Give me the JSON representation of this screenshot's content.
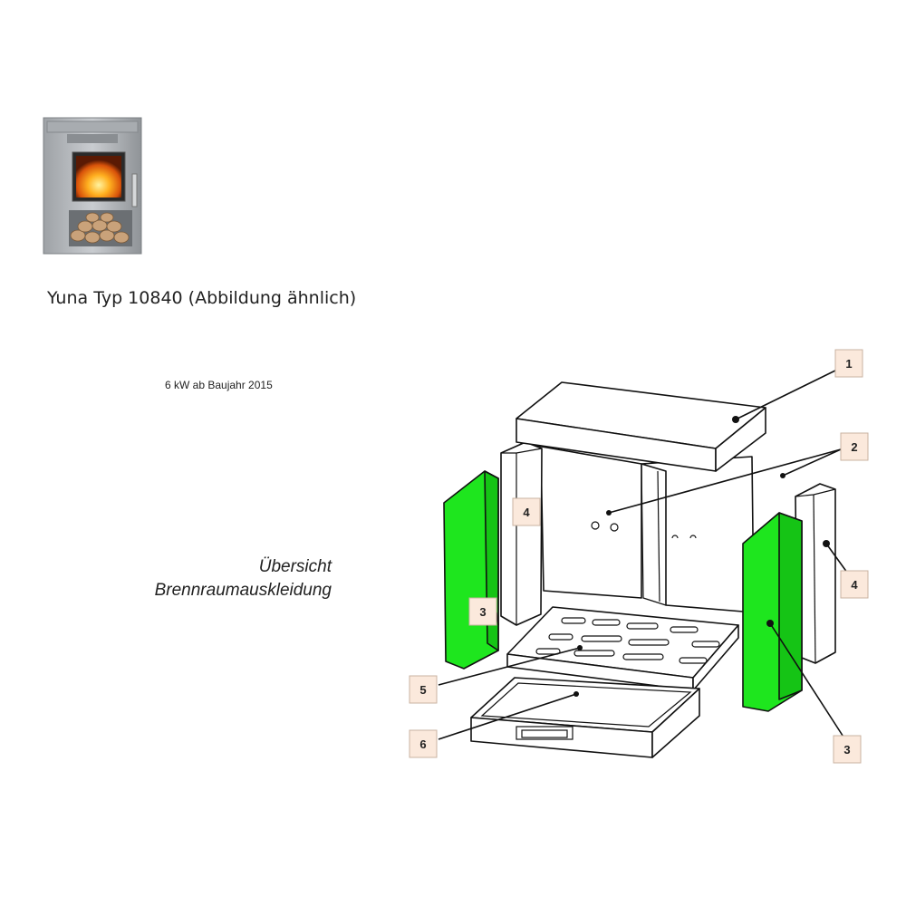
{
  "product": {
    "title": "Yuna Typ 10840 (Abbildung ähnlich)",
    "subtitle": "6 kW ab Baujahr 2015"
  },
  "overview": {
    "line1": "Übersicht",
    "line2": "Brennraumauskleidung"
  },
  "callouts": [
    "1",
    "2",
    "3",
    "4",
    "4",
    "3",
    "5",
    "6"
  ],
  "colors": {
    "highlight": "#1ee61e",
    "callout_fill": "#fbe9dc",
    "stove_body": "#b9bcc0"
  }
}
